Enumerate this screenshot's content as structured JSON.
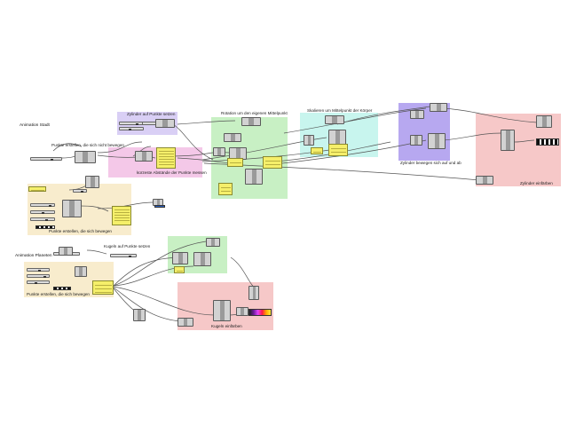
{
  "colors": {
    "group_purple": "#d9cff5",
    "group_pink": "#f4c8e8",
    "group_green": "#c8f0c4",
    "group_cyan": "#c8f5ee",
    "group_violet": "#b7a8f0",
    "group_salmon": "#f6c8c8",
    "group_beige": "#f8eccd",
    "panel_yellow": "#f5ef6a",
    "wire": "#555555"
  },
  "sections": {
    "city": "Animation Stadt",
    "planets": "Animation Planeten"
  },
  "groups": {
    "zylinder_setzen": "Zylinder auf Punkte setzen",
    "punkte_nicht": "Punkte erstellen, die sich nicht bewegen",
    "abstaende": "kürzeste Abstände der Punkte messen",
    "rotation": "Rotation um den eigenen Mittelpunkt",
    "skalieren": "Skalieren um Mittelpunkt der Körper",
    "auf_ab": "Zylinder bewegen sich auf und ab",
    "einfaerben_zyl": "Zylinder einfärben",
    "punkte_bewegen": "Punkte erstellen, die sich bewegen",
    "kugeln_setzen": "Kugeln auf Punkte setzen",
    "punkte_bewegen2": "Punkte erstellen, die sich bewegen",
    "kugeln_einfaerben": "Kugeln einfärben"
  },
  "icons": {
    "gradient": "gradient-swatch-icon",
    "swatch": "color-swatch-icon"
  }
}
